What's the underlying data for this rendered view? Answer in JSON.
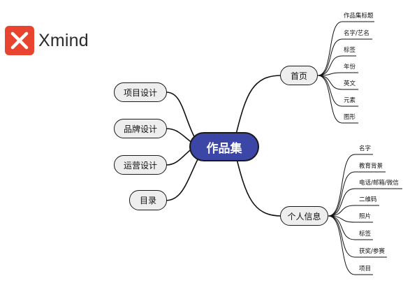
{
  "app": {
    "brand": "Xmind",
    "brand_color": "#e8442f",
    "logo_icon": "x-logo-icon"
  },
  "mindmap": {
    "central": {
      "label": "作品集",
      "color": "#3b46a6"
    },
    "left_topics": [
      "项目设计",
      "品牌设计",
      "运营设计",
      "目录"
    ],
    "right_topics": [
      {
        "label": "首页",
        "children": [
          "作品集标题",
          "名字/艺名",
          "标签",
          "年份",
          "英文",
          "元素",
          "图形"
        ]
      },
      {
        "label": "个人信息",
        "children": [
          "名字",
          "教育背景",
          "电话/邮箱/微信",
          "二维码",
          "照片",
          "标签",
          "获奖/参赛",
          "项目"
        ]
      }
    ]
  }
}
